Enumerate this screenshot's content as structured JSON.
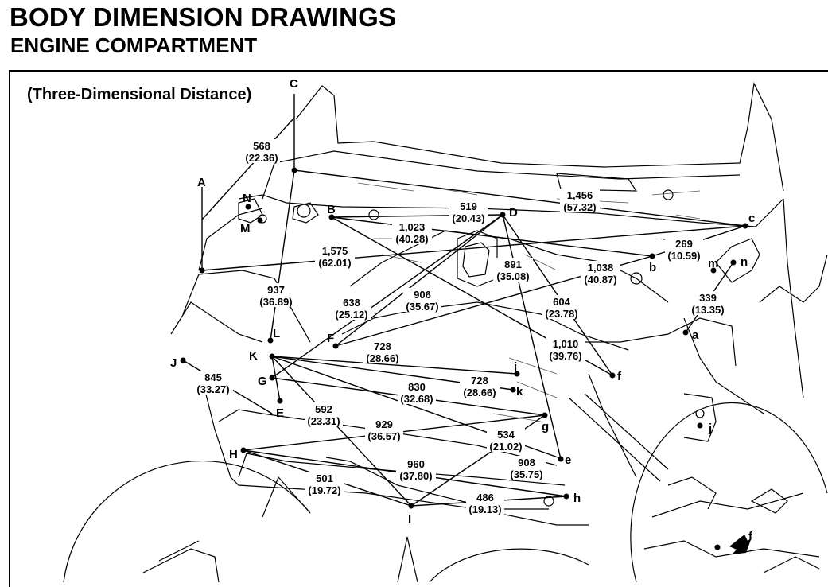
{
  "header": {
    "title": "BODY DIMENSION DRAWINGS",
    "subtitle": "ENGINE COMPARTMENT"
  },
  "caption": "(Three-Dimensional Distance)",
  "points": {
    "A": "A",
    "B": "B",
    "C": "C",
    "D": "D",
    "E": "E",
    "F": "F",
    "G": "G",
    "H": "H",
    "I": "I",
    "J": "J",
    "K": "K",
    "L": "L",
    "M": "M",
    "N": "N",
    "a": "a",
    "b": "b",
    "c": "c",
    "e": "e",
    "f": "f",
    "g": "g",
    "h": "h",
    "i": "i",
    "j": "j",
    "k": "k",
    "m": "m",
    "n": "n",
    "detail_f": "f"
  },
  "dimensions": [
    {
      "id": "d568",
      "mm": "568",
      "inch": "(22.36)"
    },
    {
      "id": "d1456",
      "mm": "1,456",
      "inch": "(57.32)"
    },
    {
      "id": "d519",
      "mm": "519",
      "inch": "(20.43)"
    },
    {
      "id": "d1023",
      "mm": "1,023",
      "inch": "(40.28)"
    },
    {
      "id": "d1575",
      "mm": "1,575",
      "inch": "(62.01)"
    },
    {
      "id": "d269",
      "mm": "269",
      "inch": "(10.59)"
    },
    {
      "id": "d891",
      "mm": "891",
      "inch": "(35.08)"
    },
    {
      "id": "d1038",
      "mm": "1,038",
      "inch": "(40.87)"
    },
    {
      "id": "d937",
      "mm": "937",
      "inch": "(36.89)"
    },
    {
      "id": "d906",
      "mm": "906",
      "inch": "(35.67)"
    },
    {
      "id": "d339",
      "mm": "339",
      "inch": "(13.35)"
    },
    {
      "id": "d638",
      "mm": "638",
      "inch": "(25.12)"
    },
    {
      "id": "d604",
      "mm": "604",
      "inch": "(23.78)"
    },
    {
      "id": "d1010",
      "mm": "1,010",
      "inch": "(39.76)"
    },
    {
      "id": "d728a",
      "mm": "728",
      "inch": "(28.66)"
    },
    {
      "id": "d845",
      "mm": "845",
      "inch": "(33.27)"
    },
    {
      "id": "d830",
      "mm": "830",
      "inch": "(32.68)"
    },
    {
      "id": "d728b",
      "mm": "728",
      "inch": "(28.66)"
    },
    {
      "id": "d592",
      "mm": "592",
      "inch": "(23.31)"
    },
    {
      "id": "d929",
      "mm": "929",
      "inch": "(36.57)"
    },
    {
      "id": "d534",
      "mm": "534",
      "inch": "(21.02)"
    },
    {
      "id": "d960",
      "mm": "960",
      "inch": "(37.80)"
    },
    {
      "id": "d908",
      "mm": "908",
      "inch": "(35.75)"
    },
    {
      "id": "d501",
      "mm": "501",
      "inch": "(19.72)"
    },
    {
      "id": "d486",
      "mm": "486",
      "inch": "(19.13)"
    }
  ]
}
